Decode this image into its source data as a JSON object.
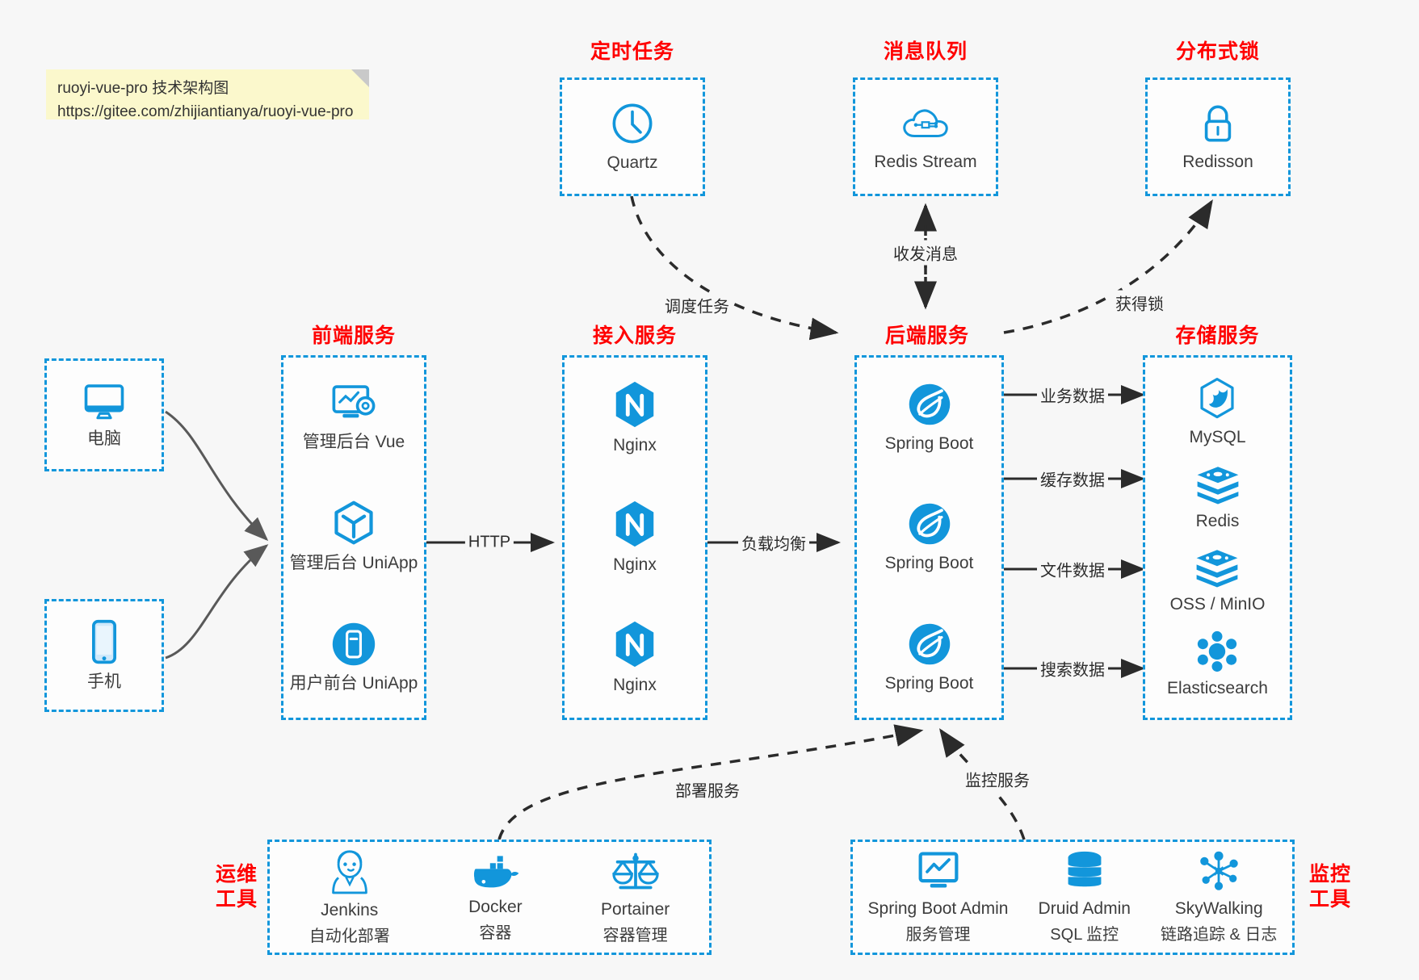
{
  "note": {
    "line1": "ruoyi-vue-pro 技术架构图",
    "line2": "https://gitee.com/zhijiantianya/ruoyi-vue-pro"
  },
  "groups": {
    "scheduler": {
      "title": "定时任务",
      "items": [
        {
          "label": "Quartz",
          "icon": "clock-icon"
        }
      ]
    },
    "mq": {
      "title": "消息队列",
      "items": [
        {
          "label": "Redis Stream",
          "icon": "cloud-stream-icon"
        }
      ]
    },
    "lock": {
      "title": "分布式锁",
      "items": [
        {
          "label": "Redisson",
          "icon": "lock-icon"
        }
      ]
    },
    "clients": {
      "pc": {
        "label": "电脑",
        "icon": "monitor-icon"
      },
      "mobile": {
        "label": "手机",
        "icon": "smartphone-icon"
      }
    },
    "frontend": {
      "title": "前端服务",
      "items": [
        {
          "label": "管理后台 Vue",
          "icon": "dashboard-gear-icon"
        },
        {
          "label": "管理后台 UniApp",
          "icon": "cube-icon"
        },
        {
          "label": "用户前台 UniApp",
          "icon": "mobile-circle-icon"
        }
      ]
    },
    "gateway": {
      "title": "接入服务",
      "items": [
        {
          "label": "Nginx",
          "icon": "nginx-icon"
        },
        {
          "label": "Nginx",
          "icon": "nginx-icon"
        },
        {
          "label": "Nginx",
          "icon": "nginx-icon"
        }
      ]
    },
    "backend": {
      "title": "后端服务",
      "items": [
        {
          "label": "Spring Boot",
          "icon": "spring-boot-icon"
        },
        {
          "label": "Spring Boot",
          "icon": "spring-boot-icon"
        },
        {
          "label": "Spring Boot",
          "icon": "spring-boot-icon"
        }
      ]
    },
    "storage": {
      "title": "存储服务",
      "items": [
        {
          "label": "MySQL",
          "icon": "mysql-icon"
        },
        {
          "label": "Redis",
          "icon": "redis-icon"
        },
        {
          "label": "OSS / MinIO",
          "icon": "oss-icon"
        },
        {
          "label": "Elasticsearch",
          "icon": "elasticsearch-icon"
        }
      ]
    },
    "devops": {
      "title": "运维\n工具",
      "title_line1": "运维",
      "title_line2": "工具",
      "items": [
        {
          "label": "Jenkins",
          "sub": "自动化部署",
          "icon": "jenkins-icon"
        },
        {
          "label": "Docker",
          "sub": "容器",
          "icon": "docker-icon"
        },
        {
          "label": "Portainer",
          "sub": "容器管理",
          "icon": "scales-icon"
        }
      ]
    },
    "monitor": {
      "title_line1": "监控",
      "title_line2": "工具",
      "items": [
        {
          "label": "Spring Boot Admin",
          "sub": "服务管理",
          "icon": "monitor-chart-icon"
        },
        {
          "label": "Druid Admin",
          "sub": "SQL 监控",
          "icon": "database-icon"
        },
        {
          "label": "SkyWalking",
          "sub": "链路追踪 & 日志",
          "icon": "skywalking-icon"
        }
      ]
    }
  },
  "edges": [
    {
      "id": "http",
      "label": "HTTP"
    },
    {
      "id": "lb",
      "label": "负载均衡"
    },
    {
      "id": "schedule",
      "label": "调度任务"
    },
    {
      "id": "mq",
      "label": "收发消息"
    },
    {
      "id": "lock",
      "label": "获得锁"
    },
    {
      "id": "biz",
      "label": "业务数据"
    },
    {
      "id": "cache",
      "label": "缓存数据"
    },
    {
      "id": "file",
      "label": "文件数据"
    },
    {
      "id": "search",
      "label": "搜索数据"
    },
    {
      "id": "deploy",
      "label": "部署服务"
    },
    {
      "id": "monitorSvc",
      "label": "监控服务"
    }
  ],
  "colors": {
    "accent": "#1296db",
    "title": "#ff0000",
    "text": "#3d3d3d",
    "bg": "#f7f7f7",
    "note": "#fbf8cc",
    "edge": "#2b2b2b",
    "client_edge": "#595959"
  }
}
